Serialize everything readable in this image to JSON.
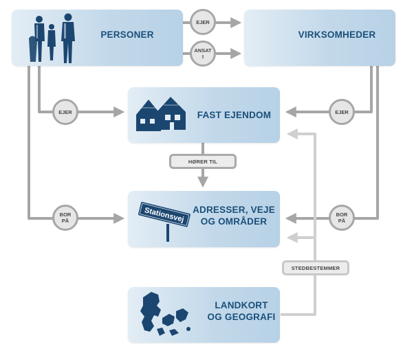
{
  "boxes": {
    "personer": "PERSONER",
    "virksomheder": "VIRKSOMHEDER",
    "fast_ejendom": "FAST EJENDOM",
    "adresser": "ADRESSER, VEJE\nOG OMRÅDER",
    "landkort": "LANDKORT\nOG GEOGRAFI"
  },
  "relations": {
    "ejer_top": "EJER",
    "ansat": "ANSAT\nI",
    "ejer_left": "EJER",
    "ejer_right": "EJER",
    "bor_paa_left": "BOR\nPÅ",
    "bor_paa_right": "BOR\nPÅ",
    "hoerer_til": "HØRER TIL",
    "stedbestemmer": "STEDBESTEMMER"
  },
  "icons": {
    "personer": "people-icon",
    "fast_ejendom": "houses-icon",
    "adresser": "street-sign-icon",
    "landkort": "denmark-map-icon"
  },
  "street_sign_text": "Stationsvej",
  "colors": {
    "box_text": "#1a4f7a",
    "connector_dark": "#a6a6a6",
    "connector_light": "#cfcfcf",
    "icon_fill": "#1b4670"
  }
}
